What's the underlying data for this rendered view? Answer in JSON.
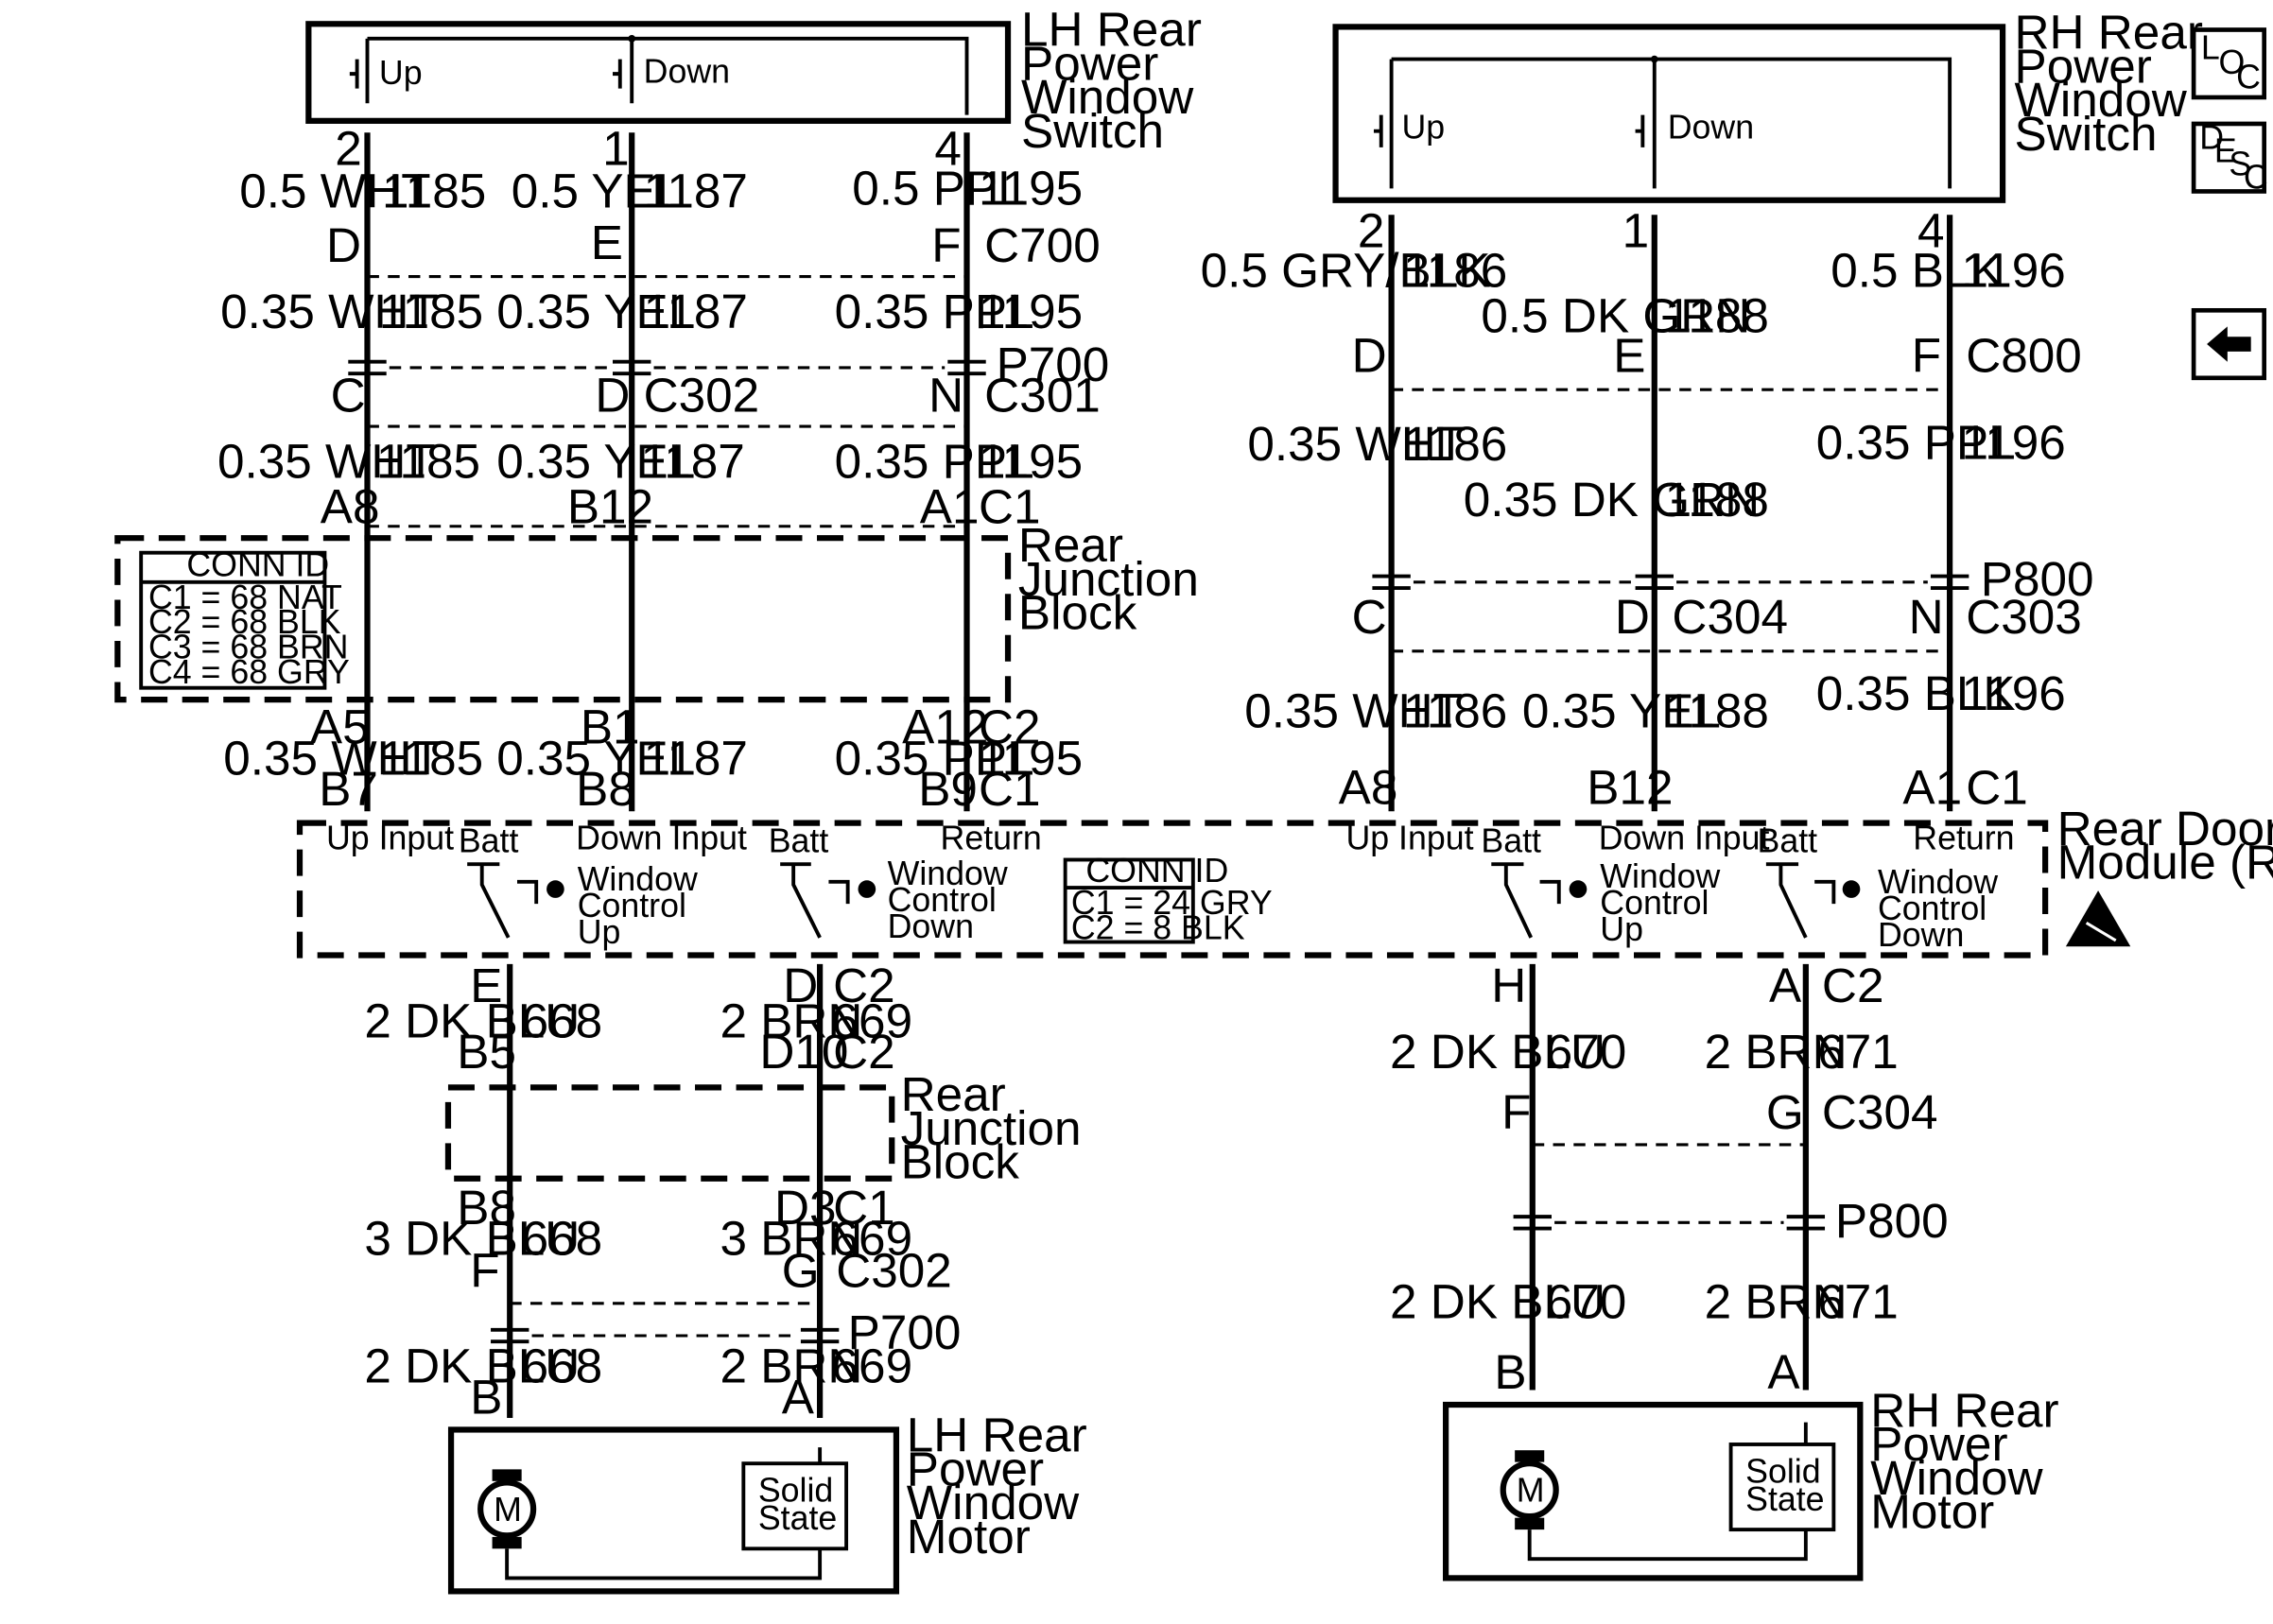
{
  "lh": {
    "switch_title": [
      "LH Rear",
      "Power",
      "Window",
      "Switch"
    ],
    "sw_up": "Up",
    "sw_down": "Down",
    "pins": [
      "2",
      "1",
      "4"
    ],
    "wires1": [
      "0.5 WHT",
      "0.5 YEL",
      "0.5 PPL"
    ],
    "circuits": [
      "1185",
      "1187",
      "1195"
    ],
    "c700_pins": [
      "D",
      "E",
      "F"
    ],
    "c700": "C700",
    "wires2": [
      "0.35 WHT",
      "0.35 YEL",
      "0.35 PPL"
    ],
    "p700": "P700",
    "c30x_pins": [
      "C",
      "D",
      "N"
    ],
    "c302": "C302",
    "c301": "C301",
    "wires3": [
      "0.35 WHT",
      "0.35 YEL",
      "0.35 PPL"
    ],
    "rjb_top_pins": [
      "A8",
      "B12",
      "A1"
    ],
    "rjb_top_conn": "C1",
    "rjb_title": [
      "Rear",
      "Junction",
      "Block"
    ],
    "conn_id_title": "CONN ID",
    "conn_id_rows": [
      "C1 = 68 NAT",
      "C2 = 68 BLK",
      "C3 = 68 BRN",
      "C4 = 68 GRY"
    ],
    "rjb_bot_pins": [
      "A5",
      "B1",
      "A12"
    ],
    "rjb_bot_conn": "C2",
    "wires4": [
      "0.35 WHT",
      "0.35 YEL",
      "0.35 PPL"
    ],
    "rdm_pins": [
      "B7",
      "B8",
      "B9"
    ],
    "rdm_conn": "C1",
    "rdm_inputs": [
      "Up Input",
      "Down Input",
      "Return"
    ],
    "batt": "Batt",
    "relay_up": [
      "Window",
      "Control",
      "Up"
    ],
    "relay_down": [
      "Window",
      "Control",
      "Down"
    ],
    "rdm_conn_id_title": "CONN ID",
    "rdm_conn_id_rows": [
      "C1 = 24 GRY",
      "C2 = 8 BLK"
    ],
    "out_pins": [
      "E",
      "D"
    ],
    "out_conn": "C2",
    "motor_wires1": [
      "2 DK BLU",
      "2 BRN"
    ],
    "motor_circuits": [
      "668",
      "669"
    ],
    "rjb2_top_pins": [
      "B5",
      "D10"
    ],
    "rjb2_top_conn": "C2",
    "rjb2_title": [
      "Rear",
      "Junction",
      "Block"
    ],
    "rjb2_bot_pins": [
      "B8",
      "D3"
    ],
    "rjb2_bot_conn": "C1",
    "motor_wires2": [
      "3 DK BLU",
      "3 BRN"
    ],
    "c302_pins": [
      "F",
      "G"
    ],
    "c302b": "C302",
    "p700b": "P700",
    "motor_wires3": [
      "2 DK BLU",
      "2 BRN"
    ],
    "motor_pins": [
      "B",
      "A"
    ],
    "motor_title": [
      "LH Rear",
      "Power",
      "Window",
      "Motor"
    ],
    "motor_m": "M",
    "solid_state": [
      "Solid",
      "State"
    ]
  },
  "rh": {
    "switch_title": [
      "RH Rear",
      "Power",
      "Window",
      "Switch"
    ],
    "sw_up": "Up",
    "sw_down": "Down",
    "pins": [
      "2",
      "1",
      "4"
    ],
    "wires1": [
      "0.5 GRY/BLK",
      "0.5 DK GRN",
      "0.5 BLK"
    ],
    "circuits": [
      "1186",
      "1188",
      "1196"
    ],
    "c800_pins": [
      "D",
      "E",
      "F"
    ],
    "c800": "C800",
    "wires2": [
      "0.35 WHT",
      "0.35 DK GRN",
      "0.35 PPL"
    ],
    "p800": "P800",
    "c30x_pins": [
      "C",
      "D",
      "N"
    ],
    "c304": "C304",
    "c303": "C303",
    "wires3": [
      "0.35 WHT",
      "0.35 YEL",
      "0.35 BLK"
    ],
    "rdm_pins": [
      "A8",
      "B12",
      "A1"
    ],
    "rdm_conn": "C1",
    "rdm_title": [
      "Rear Door",
      "Module (RDM)"
    ],
    "rdm_inputs": [
      "Up Input",
      "Down Input",
      "Return"
    ],
    "batt": "Batt",
    "relay_up": [
      "Window",
      "Control",
      "Up"
    ],
    "relay_down": [
      "Window",
      "Control",
      "Down"
    ],
    "out_pins": [
      "H",
      "A"
    ],
    "out_conn": "C2",
    "motor_wires1": [
      "2 DK BLU",
      "2 BRN"
    ],
    "motor_circuits": [
      "670",
      "671"
    ],
    "c304_pins": [
      "F",
      "G"
    ],
    "c304b": "C304",
    "p800b": "P800",
    "motor_wires2": [
      "2 DK BLU",
      "2 BRN"
    ],
    "motor_pins": [
      "B",
      "A"
    ],
    "motor_title": [
      "RH Rear",
      "Power",
      "Window",
      "Motor"
    ],
    "motor_m": "M",
    "solid_state": [
      "Solid",
      "State"
    ]
  },
  "nav": {
    "loc": [
      "L",
      "O",
      "C"
    ],
    "desc": [
      "D",
      "E",
      "S",
      "C"
    ],
    "back_icon": "left-arrow-icon"
  }
}
